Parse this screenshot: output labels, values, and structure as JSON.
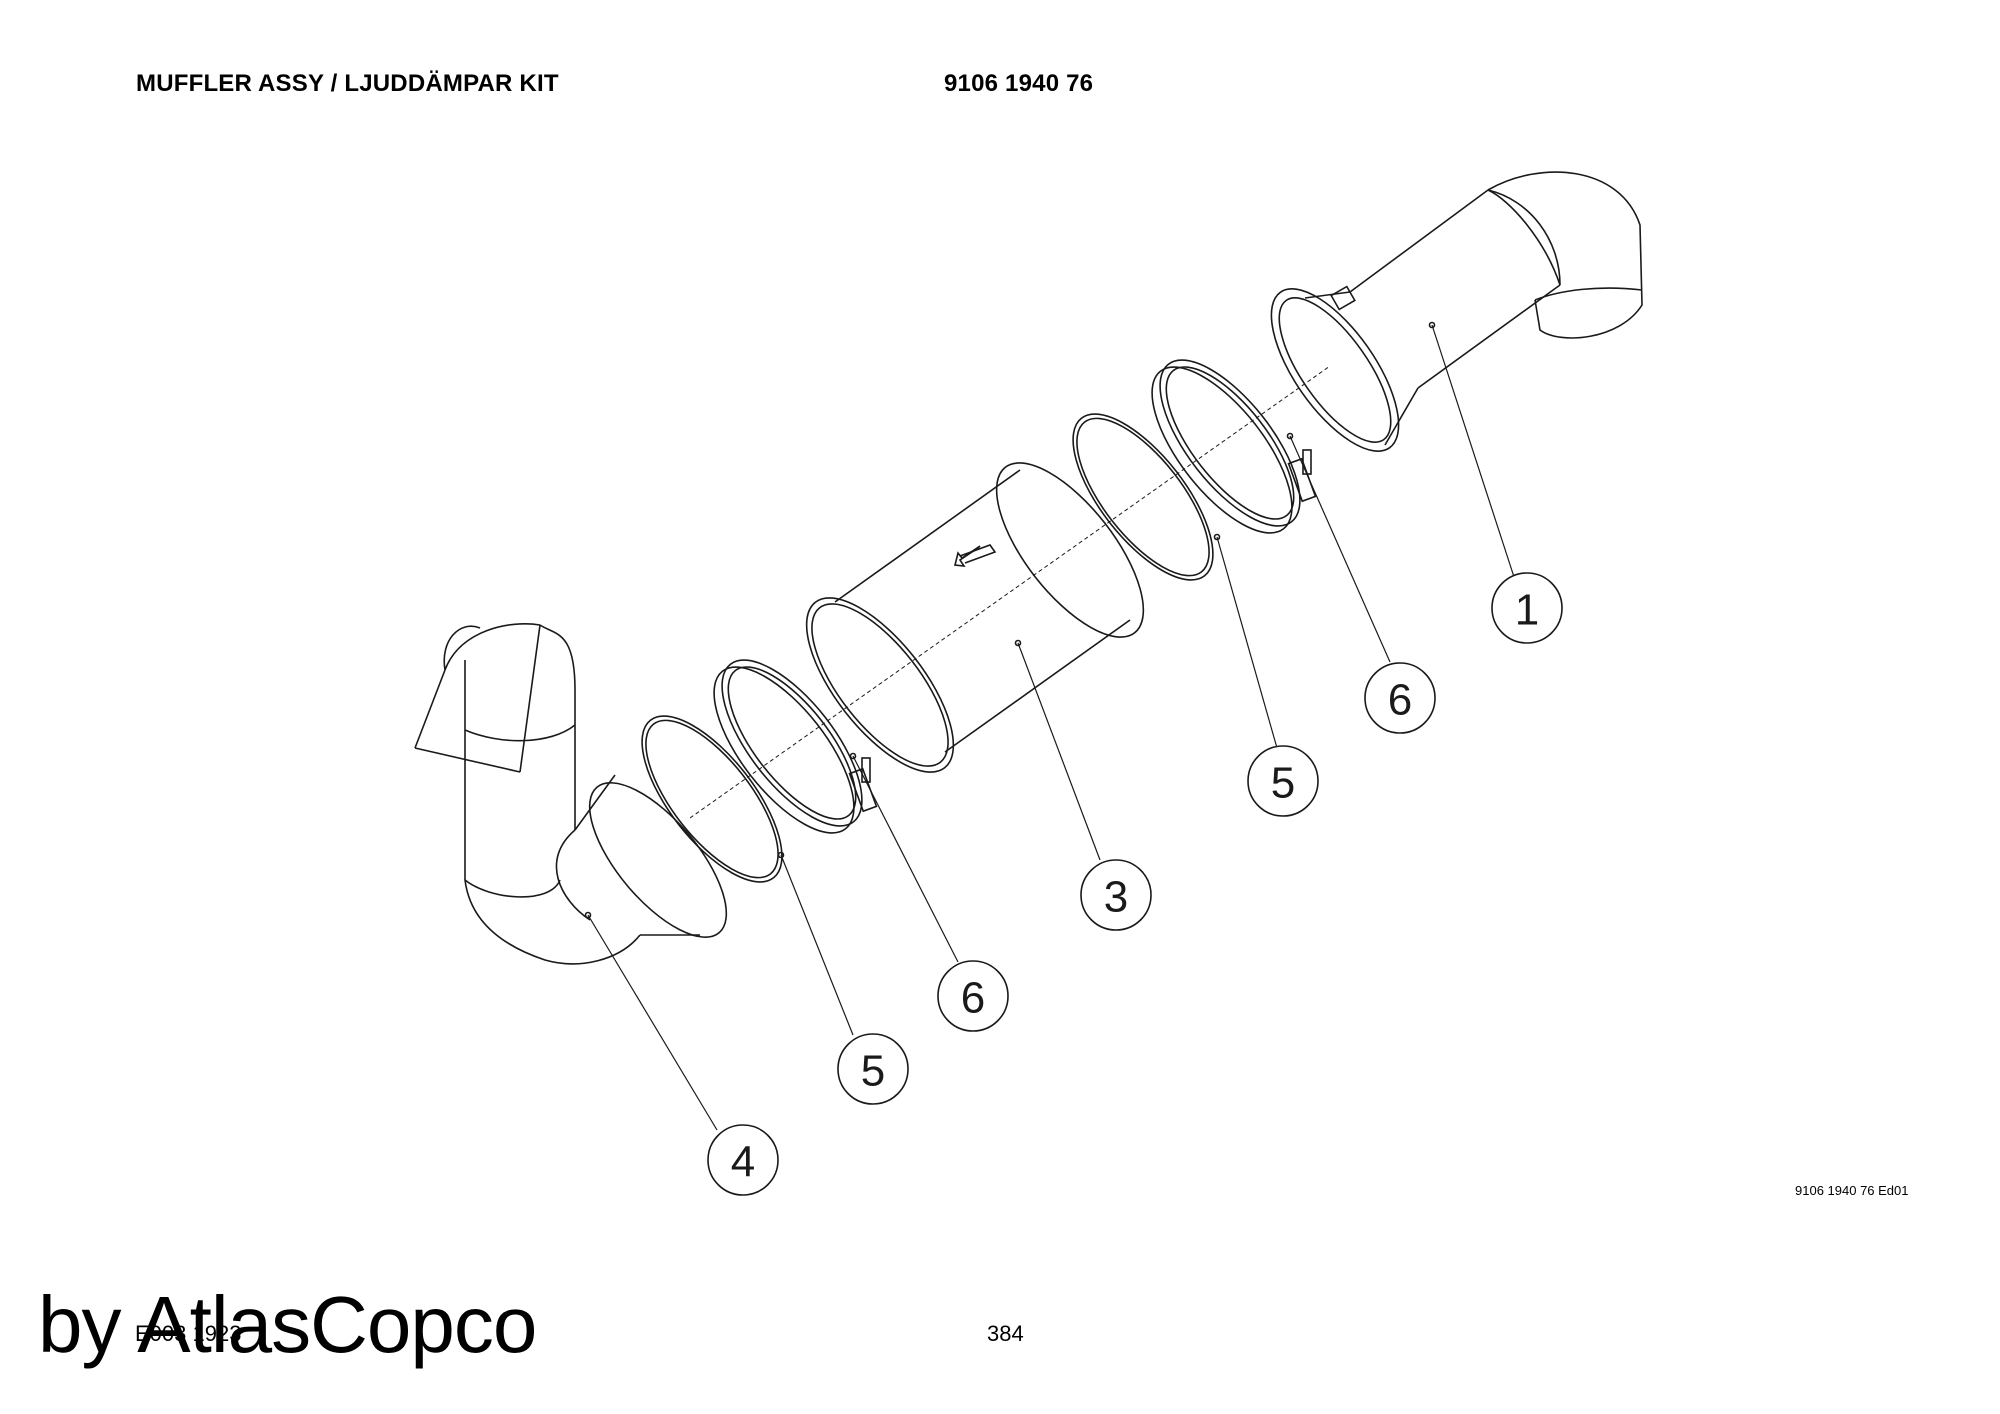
{
  "header": {
    "title": "MUFFLER ASSY / LJUDDÄMPAR KIT",
    "part_number": "9106 1940 76"
  },
  "footer": {
    "edition": "9106 1940 76 Ed01",
    "doc_code": "E003 1923",
    "page_number": "384",
    "watermark": "by AtlasCopco"
  },
  "callouts": {
    "c1": "1",
    "c6_upper": "6",
    "c5_upper": "5",
    "c3": "3",
    "c6_lower": "6",
    "c5_lower": "5",
    "c4": "4"
  },
  "colors": {
    "line": "#1a1a1a",
    "background": "#ffffff"
  }
}
